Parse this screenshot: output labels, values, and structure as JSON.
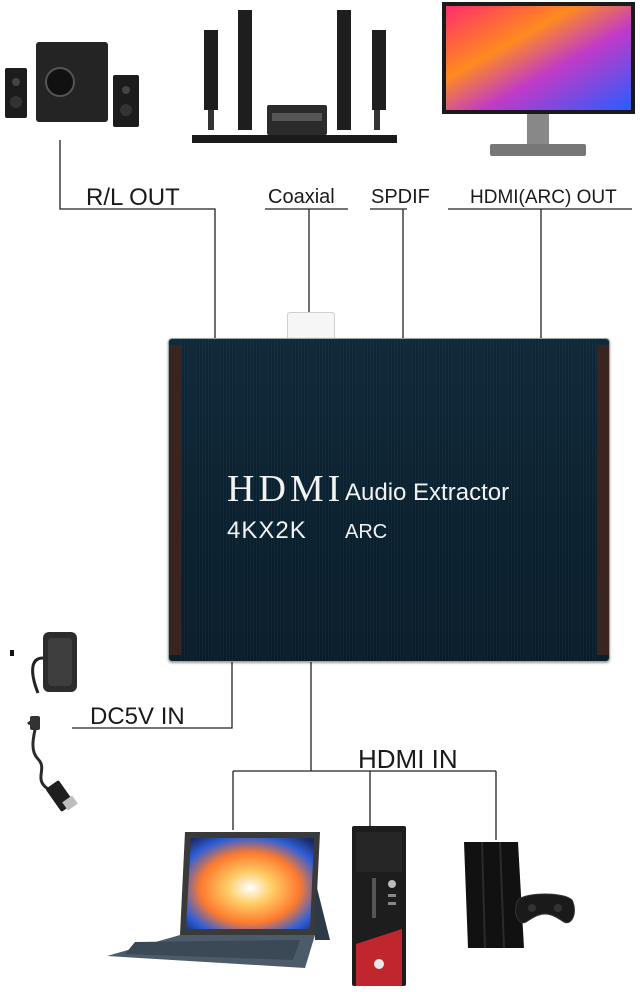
{
  "device": {
    "title_main": "HDMI",
    "title_sub": "Audio Extractor",
    "resolution": "4KX2K",
    "mode": "ARC"
  },
  "labels": {
    "rl_out": "R/L OUT",
    "coaxial": "Coaxial",
    "spdif": "SPDIF",
    "hdmi_arc_out": "HDMI(ARC) OUT",
    "dc5v_in": "DC5V IN",
    "hdmi_in": "HDMI IN"
  },
  "colors": {
    "device_face": "#0b2232",
    "device_edge": "#3a2420",
    "line": "#222222"
  },
  "icons": {
    "top": [
      "speaker-set-icon",
      "home-theater-icon",
      "monitor-icon"
    ],
    "left": [
      "power-adapter-icon",
      "usb-cable-icon"
    ],
    "bottom": [
      "laptop-tablet-icon",
      "desktop-pc-icon",
      "game-console-icon"
    ]
  }
}
